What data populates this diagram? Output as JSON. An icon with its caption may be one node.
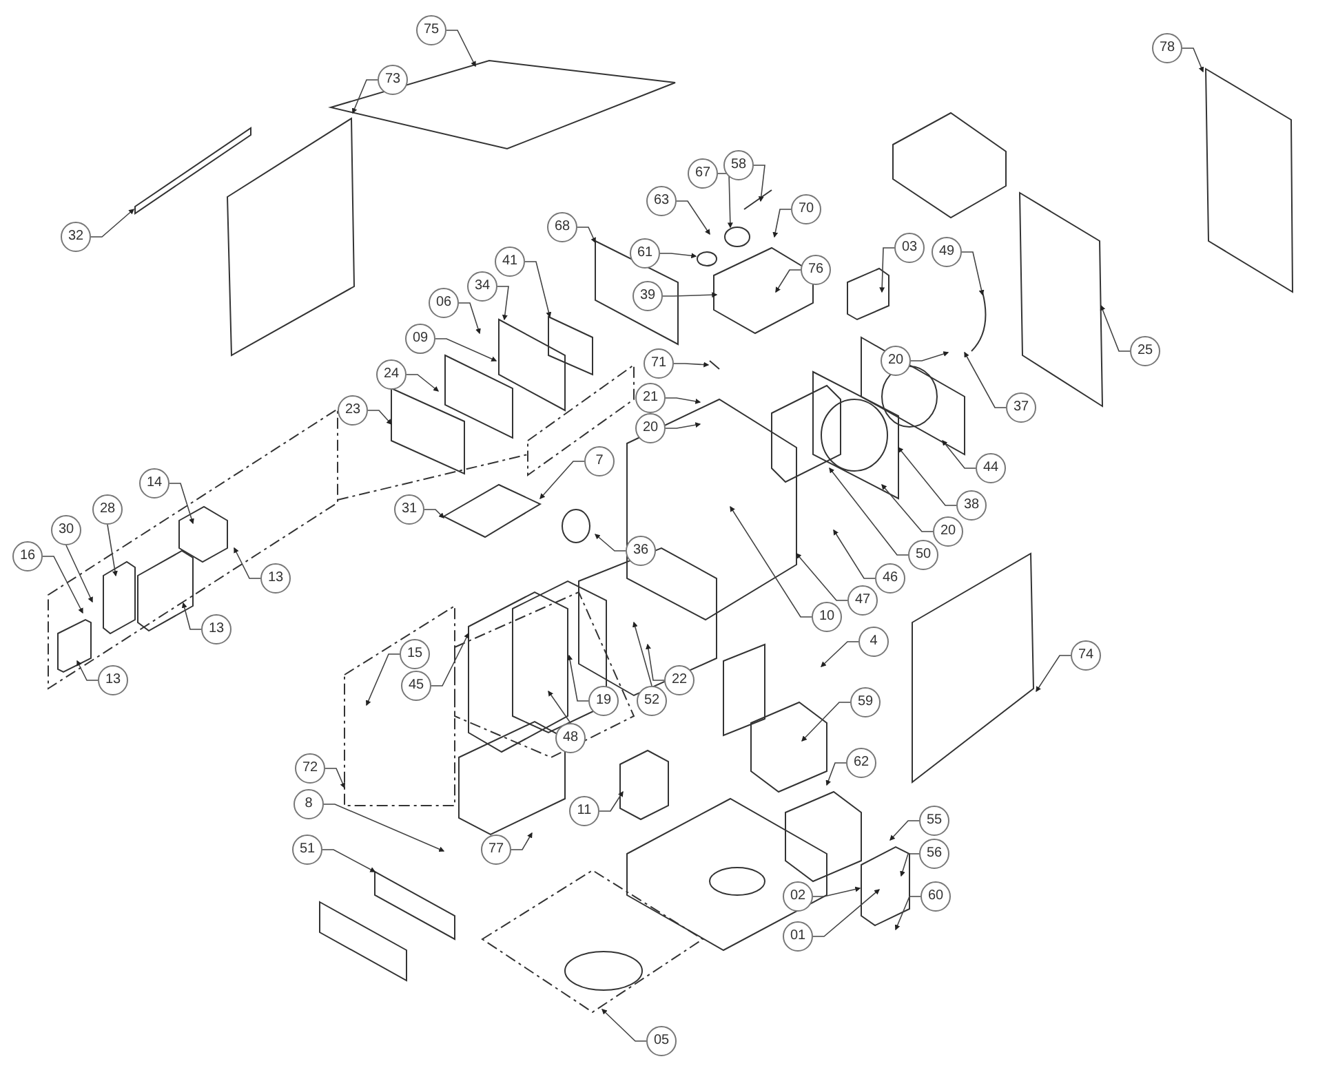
{
  "diagram": {
    "nodes": [
      {
        "text": [
          "75"
        ]
      },
      {
        "text": [
          "78"
        ]
      },
      {
        "text": [
          "73"
        ]
      },
      {
        "text": [
          "32"
        ]
      },
      {
        "text": [
          "58"
        ]
      },
      {
        "text": [
          "67"
        ]
      },
      {
        "text": [
          "63"
        ]
      },
      {
        "text": [
          "70"
        ]
      },
      {
        "text": [
          "61"
        ]
      },
      {
        "text": [
          "76"
        ]
      },
      {
        "text": [
          "03"
        ]
      },
      {
        "text": [
          "39"
        ]
      },
      {
        "text": [
          "68"
        ]
      },
      {
        "text": [
          "41"
        ]
      },
      {
        "text": [
          "34"
        ]
      },
      {
        "text": [
          "06"
        ]
      },
      {
        "text": [
          "09"
        ]
      },
      {
        "text": [
          "24"
        ]
      },
      {
        "text": [
          "23"
        ]
      },
      {
        "text": [
          "49"
        ]
      },
      {
        "text": [
          "20"
        ]
      },
      {
        "text": [
          "25"
        ]
      },
      {
        "text": [
          "37"
        ]
      },
      {
        "text": [
          "71"
        ]
      },
      {
        "text": [
          "21"
        ]
      },
      {
        "text": [
          "20"
        ]
      },
      {
        "text": [
          "44"
        ]
      },
      {
        "text": [
          "38"
        ]
      },
      {
        "text": [
          "20"
        ]
      },
      {
        "text": [
          "50"
        ]
      },
      {
        "text": [
          "7"
        ]
      },
      {
        "text": [
          "36"
        ]
      },
      {
        "text": [
          "31"
        ]
      },
      {
        "text": [
          "14"
        ]
      },
      {
        "text": [
          "13"
        ]
      },
      {
        "text": [
          "28"
        ]
      },
      {
        "text": [
          "30"
        ]
      },
      {
        "text": [
          "16"
        ]
      },
      {
        "text": [
          "13"
        ]
      },
      {
        "text": [
          "13"
        ]
      },
      {
        "text": [
          "46"
        ]
      },
      {
        "text": [
          "47"
        ]
      },
      {
        "text": [
          "10"
        ]
      },
      {
        "text": [
          "4"
        ]
      },
      {
        "text": [
          "74"
        ]
      },
      {
        "text": [
          "15"
        ]
      },
      {
        "text": [
          "45"
        ]
      },
      {
        "text": [
          "19"
        ]
      },
      {
        "text": [
          "48"
        ]
      },
      {
        "text": [
          "52"
        ]
      },
      {
        "text": [
          "22"
        ]
      },
      {
        "text": [
          "59"
        ]
      },
      {
        "text": [
          "72"
        ]
      },
      {
        "text": [
          "8"
        ]
      },
      {
        "text": [
          "11"
        ]
      },
      {
        "text": [
          "77"
        ]
      },
      {
        "text": [
          "62"
        ]
      },
      {
        "text": [
          "55"
        ]
      },
      {
        "text": [
          "56"
        ]
      },
      {
        "text": [
          "51"
        ]
      },
      {
        "text": [
          "02"
        ]
      },
      {
        "text": [
          "60"
        ]
      },
      {
        "text": [
          "01"
        ]
      },
      {
        "text": [
          "05"
        ]
      }
    ],
    "edges": [
      {
        "from": 0,
        "to": null,
        "arrow": "to"
      },
      {
        "from": 1,
        "to": null,
        "arrow": "to"
      },
      {
        "from": 2,
        "to": null,
        "arrow": "to"
      },
      {
        "from": 3,
        "to": null,
        "arrow": "to"
      },
      {
        "from": 4,
        "to": null,
        "arrow": "to"
      },
      {
        "from": 5,
        "to": null,
        "arrow": "to"
      },
      {
        "from": 6,
        "to": null,
        "arrow": "to"
      },
      {
        "from": 7,
        "to": null,
        "arrow": "to"
      },
      {
        "from": 8,
        "to": null,
        "arrow": "to"
      },
      {
        "from": 9,
        "to": null,
        "arrow": "to"
      },
      {
        "from": 10,
        "to": null,
        "arrow": "to"
      },
      {
        "from": 11,
        "to": null,
        "arrow": "to"
      },
      {
        "from": 12,
        "to": null,
        "arrow": "to"
      },
      {
        "from": 13,
        "to": null,
        "arrow": "to"
      },
      {
        "from": 14,
        "to": null,
        "arrow": "to"
      },
      {
        "from": 15,
        "to": null,
        "arrow": "to"
      },
      {
        "from": 16,
        "to": null,
        "arrow": "to"
      },
      {
        "from": 17,
        "to": null,
        "arrow": "to"
      },
      {
        "from": 18,
        "to": null,
        "arrow": "to"
      },
      {
        "from": 19,
        "to": null,
        "arrow": "to"
      },
      {
        "from": 20,
        "to": null,
        "arrow": "to"
      },
      {
        "from": 21,
        "to": null,
        "arrow": "to"
      },
      {
        "from": 22,
        "to": null,
        "arrow": "to"
      },
      {
        "from": 23,
        "to": null,
        "arrow": "to"
      },
      {
        "from": 24,
        "to": null,
        "arrow": "to"
      },
      {
        "from": 25,
        "to": null,
        "arrow": "to"
      },
      {
        "from": 26,
        "to": null,
        "arrow": "to"
      },
      {
        "from": 27,
        "to": null,
        "arrow": "to"
      },
      {
        "from": 28,
        "to": null,
        "arrow": "to"
      },
      {
        "from": 29,
        "to": null,
        "arrow": "to"
      },
      {
        "from": 30,
        "to": null,
        "arrow": "to"
      },
      {
        "from": 31,
        "to": null,
        "arrow": "to"
      },
      {
        "from": 32,
        "to": null,
        "arrow": "to"
      },
      {
        "from": 33,
        "to": null,
        "arrow": "to"
      },
      {
        "from": 34,
        "to": null,
        "arrow": "to"
      },
      {
        "from": 35,
        "to": null,
        "arrow": "to"
      },
      {
        "from": 36,
        "to": null,
        "arrow": "to"
      },
      {
        "from": 37,
        "to": null,
        "arrow": "to"
      },
      {
        "from": 38,
        "to": null,
        "arrow": "to"
      },
      {
        "from": 39,
        "to": null,
        "arrow": "to"
      },
      {
        "from": 40,
        "to": null,
        "arrow": "to"
      },
      {
        "from": 41,
        "to": null,
        "arrow": "to"
      },
      {
        "from": 42,
        "to": null,
        "arrow": "to"
      },
      {
        "from": 43,
        "to": null,
        "arrow": "to"
      },
      {
        "from": 44,
        "to": null,
        "arrow": "to"
      },
      {
        "from": 45,
        "to": null,
        "arrow": "to"
      },
      {
        "from": 46,
        "to": null,
        "arrow": "to"
      },
      {
        "from": 47,
        "to": null,
        "arrow": "to"
      },
      {
        "from": 48,
        "to": null,
        "arrow": "to"
      },
      {
        "from": 49,
        "to": null,
        "arrow": "to"
      },
      {
        "from": 50,
        "to": null,
        "arrow": "to"
      },
      {
        "from": 51,
        "to": null,
        "arrow": "to"
      },
      {
        "from": 52,
        "to": null,
        "arrow": "to"
      },
      {
        "from": 53,
        "to": null,
        "arrow": "to"
      },
      {
        "from": 54,
        "to": null,
        "arrow": "to"
      },
      {
        "from": 55,
        "to": null,
        "arrow": "to"
      },
      {
        "from": 56,
        "to": null,
        "arrow": "to"
      },
      {
        "from": 57,
        "to": null,
        "arrow": "to"
      },
      {
        "from": 58,
        "to": null,
        "arrow": "to"
      },
      {
        "from": 59,
        "to": null,
        "arrow": "to"
      },
      {
        "from": 60,
        "to": null,
        "arrow": "to"
      },
      {
        "from": 61,
        "to": null,
        "arrow": "to"
      },
      {
        "from": 62,
        "to": null,
        "arrow": "to"
      },
      {
        "from": 63,
        "to": null,
        "arrow": "to"
      }
    ]
  }
}
